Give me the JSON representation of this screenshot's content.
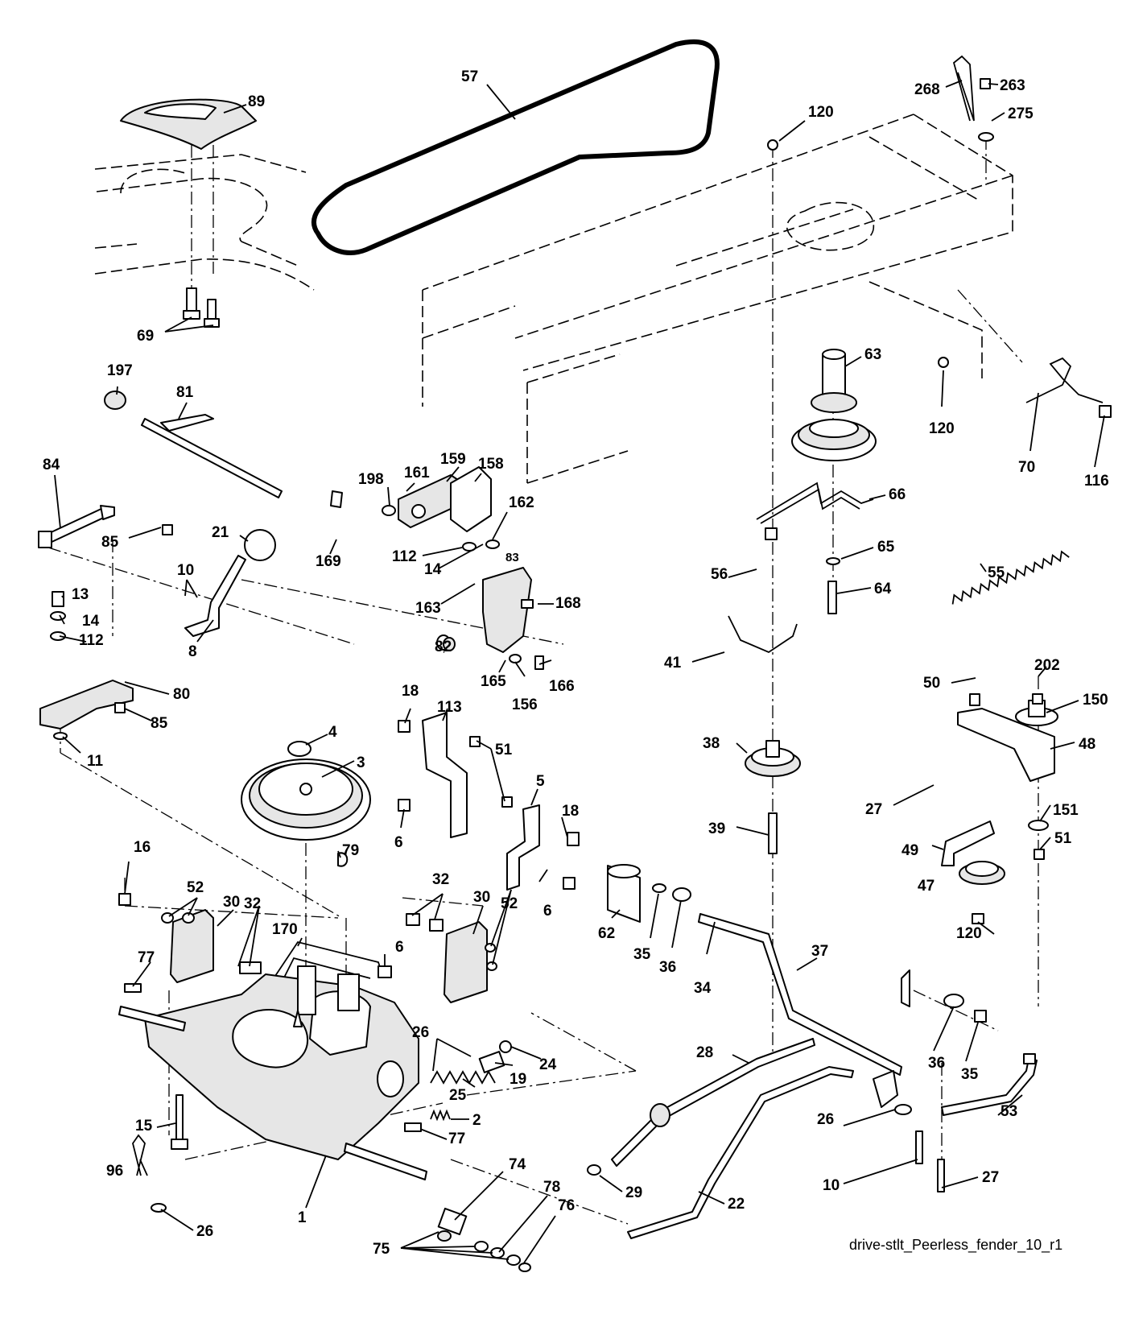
{
  "drawing_id": "drive-stlt_Peerless_fender_10_r1",
  "callouts": [
    "57",
    "89",
    "120",
    "268",
    "263",
    "275",
    "69",
    "197",
    "81",
    "63",
    "120",
    "70",
    "116",
    "84",
    "198",
    "161",
    "159",
    "158",
    "162",
    "66",
    "85",
    "21",
    "10",
    "169",
    "112",
    "14",
    "83",
    "56",
    "65",
    "64",
    "55",
    "13",
    "14",
    "163",
    "168",
    "41",
    "112",
    "8",
    "82",
    "165",
    "156",
    "166",
    "80",
    "85",
    "18",
    "113",
    "50",
    "202",
    "150",
    "4",
    "11",
    "3",
    "51",
    "38",
    "48",
    "5",
    "27",
    "18",
    "6",
    "39",
    "49",
    "151",
    "51",
    "16",
    "79",
    "52",
    "30",
    "32",
    "32",
    "30",
    "52",
    "62",
    "47",
    "6",
    "35",
    "36",
    "120",
    "170",
    "37",
    "77",
    "6",
    "34",
    "26",
    "24",
    "19",
    "25",
    "28",
    "36",
    "35",
    "2",
    "53",
    "15",
    "77",
    "26",
    "74",
    "29",
    "10",
    "27",
    "96",
    "78",
    "76",
    "22",
    "1",
    "26",
    "75"
  ]
}
